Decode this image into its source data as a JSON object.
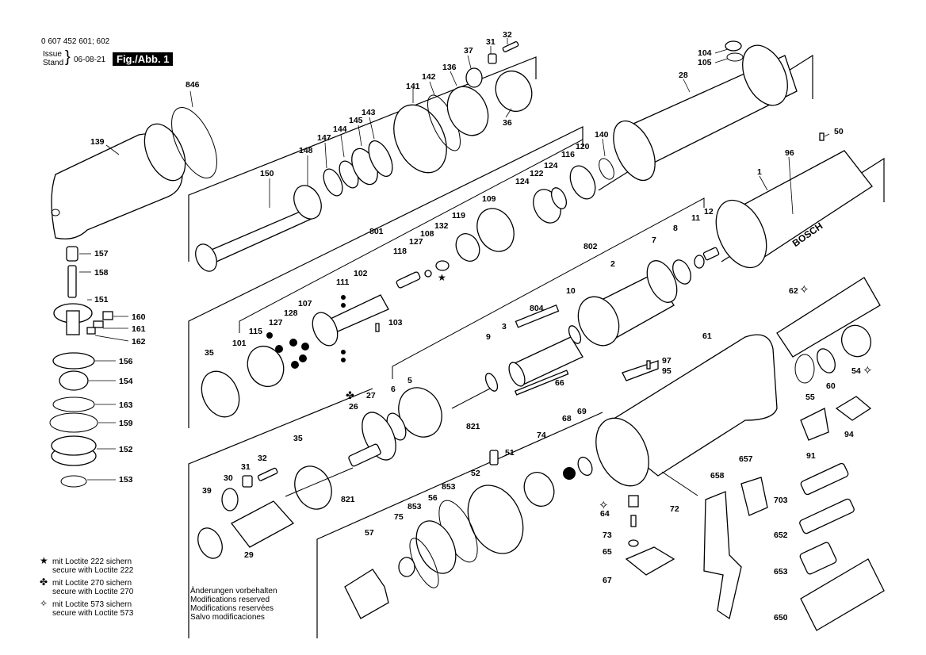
{
  "header": {
    "doc_number": "0 607 452 601; 602",
    "issue_label_1": "Issue",
    "issue_label_2": "Stand",
    "issue_date": "06-08-21",
    "figure_title": "Fig./Abb. 1"
  },
  "legend": [
    {
      "symbol": "★",
      "line1": "mit Loctite 222 sichern",
      "line2": "secure with Loctite 222"
    },
    {
      "symbol": "✤",
      "line1": "mit Loctite 270 sichern",
      "line2": "secure with Loctite 270"
    },
    {
      "symbol": "✧",
      "line1": "mit Loctite 573 sichern",
      "line2": "secure with Loctite 573"
    }
  ],
  "notes": [
    "Änderungen vorbehalten",
    "Modifications reserved",
    "Modifications reservées",
    "Salvo modificaciones"
  ],
  "brand_text": "BOSCH",
  "part_labels": {
    "p846": "846",
    "p139": "139",
    "p157": "157",
    "p158": "158",
    "p151": "151",
    "p160": "160",
    "p161": "161",
    "p162": "162",
    "p156": "156",
    "p154": "154",
    "p163": "163",
    "p159": "159",
    "p152": "152",
    "p153": "153",
    "p150": "150",
    "p148": "148",
    "p147": "147",
    "p144": "144",
    "p145": "145",
    "p143": "143",
    "p141": "141",
    "p142": "142",
    "p136": "136",
    "p37": "37",
    "p31a": "31",
    "p32a": "32",
    "p36": "36",
    "p28": "28",
    "p104": "104",
    "p105": "105",
    "p140": "140",
    "p120": "120",
    "p116": "116",
    "p124a": "124",
    "p122": "122",
    "p124b": "124",
    "p109": "109",
    "p119": "119",
    "p132": "132",
    "p108": "108",
    "p127a": "127",
    "p801": "801",
    "p118": "118",
    "p102": "102",
    "p111": "111",
    "p107": "107",
    "p128": "128",
    "p127b": "127",
    "p115": "115",
    "p101": "101",
    "p103": "103",
    "p35a": "35",
    "p1": "1",
    "p96": "96",
    "p50": "50",
    "p12": "12",
    "p11": "11",
    "p8": "8",
    "p7": "7",
    "p802": "802",
    "p2": "2",
    "p10": "10",
    "p804": "804",
    "p3": "3",
    "p9": "9",
    "p6": "6",
    "p5": "5",
    "p66": "66",
    "p821a": "821",
    "p62": "62",
    "p55": "55",
    "p60": "60",
    "p54": "54",
    "p61": "61",
    "p97": "97",
    "p95": "95",
    "p94": "94",
    "p91": "91",
    "p703": "703",
    "p652": "652",
    "p653": "653",
    "p650": "650",
    "p657": "657",
    "p658": "658",
    "p72": "72",
    "p68": "68",
    "p69": "69",
    "p74": "74",
    "p51": "51",
    "p64": "64",
    "p73": "73",
    "p65": "65",
    "p67": "67",
    "p52": "52",
    "p853a": "853",
    "p56": "56",
    "p853b": "853",
    "p75": "75",
    "p57": "57",
    "p27": "27",
    "p26": "26",
    "p35b": "35",
    "p821b": "821",
    "p30": "30",
    "p31b": "31",
    "p32b": "32",
    "p39": "39",
    "p29": "29"
  }
}
